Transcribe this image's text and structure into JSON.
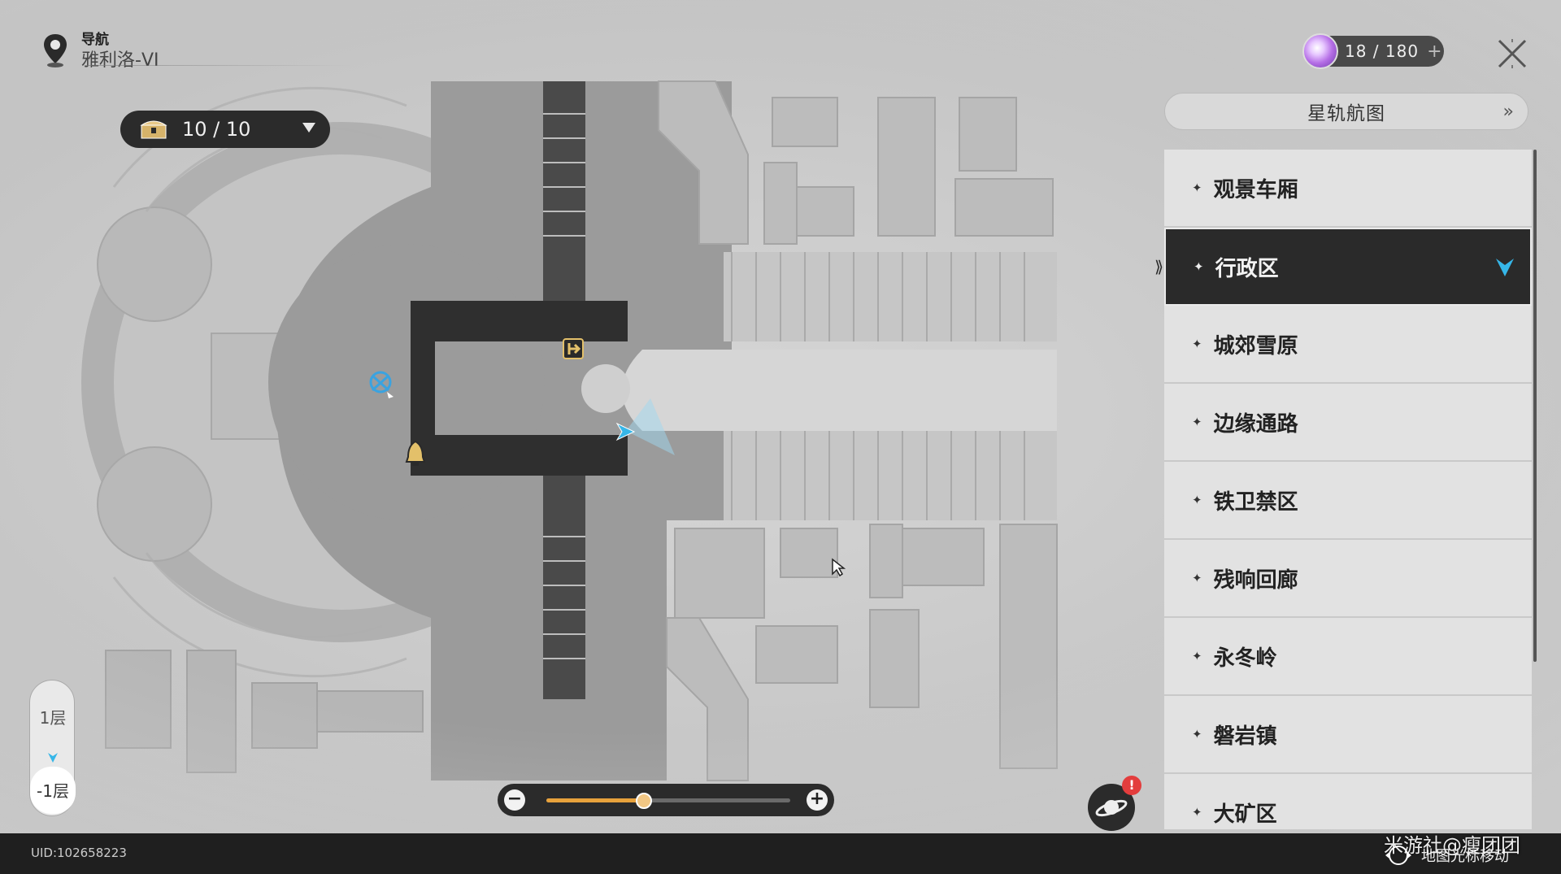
{
  "nav": {
    "label": "导航",
    "location": "雅利洛-VI"
  },
  "treasure": {
    "count": "10 / 10"
  },
  "power": {
    "value": "18 / 180",
    "plus": "+"
  },
  "starrail_button": {
    "label": "星轨航图",
    "chevron": "»"
  },
  "areas": [
    {
      "label": "观景车厢",
      "active": false
    },
    {
      "label": "行政区",
      "active": true
    },
    {
      "label": "城郊雪原",
      "active": false
    },
    {
      "label": "边缘通路",
      "active": false
    },
    {
      "label": "铁卫禁区",
      "active": false
    },
    {
      "label": "残响回廊",
      "active": false
    },
    {
      "label": "永冬岭",
      "active": false
    },
    {
      "label": "磐岩镇",
      "active": false
    },
    {
      "label": "大矿区",
      "active": false
    }
  ],
  "floors": {
    "upper": "1层",
    "lower": "-1层",
    "current": "-1层"
  },
  "zoom": {
    "minus": "−",
    "plus": "+",
    "level": 0.4
  },
  "companion": {
    "badge": "!"
  },
  "footer": {
    "uid": "UID:102658223",
    "watermark": "米游社@瘦团团",
    "hint": "地图光标移动"
  },
  "icons": {
    "nav": "map-pin-icon",
    "treasure": "treasure-chest-icon",
    "power": "trailblaze-power-orb-icon",
    "close": "close-icon",
    "player": "player-arrow-icon",
    "space_anchor": "space-anchor-icon",
    "exit": "exit-door-icon",
    "merchant": "merchant-bell-icon"
  },
  "colors": {
    "accent": "#e8a23c",
    "player": "#36b6e8",
    "active_bg": "#2a2a2a",
    "badge": "#e33d3d"
  }
}
